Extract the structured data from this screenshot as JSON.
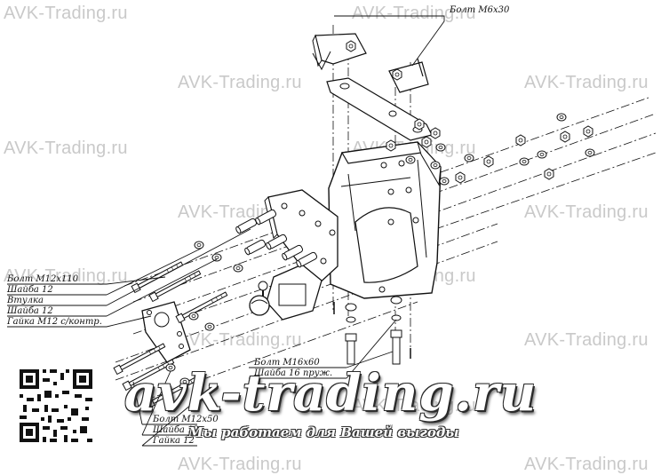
{
  "watermark_text": "AVK-Trading.ru",
  "callouts": {
    "bolt_m6x30": "Болт М6х30",
    "bolt_m12x110": "Болт М12х110",
    "washer_12_a": "Шайба 12",
    "bushing": "Втулка",
    "washer_12_b": "Шайба 12",
    "nut_m12_lock": "Гайка М12 с/контр.",
    "bolt_m16x60": "Болт М16х60",
    "washer_16_spring": "Шайба 16 пруж.",
    "bolt_m12_partial": "Болт М12х50",
    "washer_12_c": "Шайба 12",
    "nut_12": "Гайка 12"
  },
  "branding": {
    "site": "avk-trading.ru",
    "tagline": "Мы работаем для Вашей выгоды"
  },
  "colors": {
    "line": "#111111",
    "watermark": "#c9c9c9",
    "brand_fill": "#ffffff",
    "brand_outline": "#2a2a2a"
  }
}
